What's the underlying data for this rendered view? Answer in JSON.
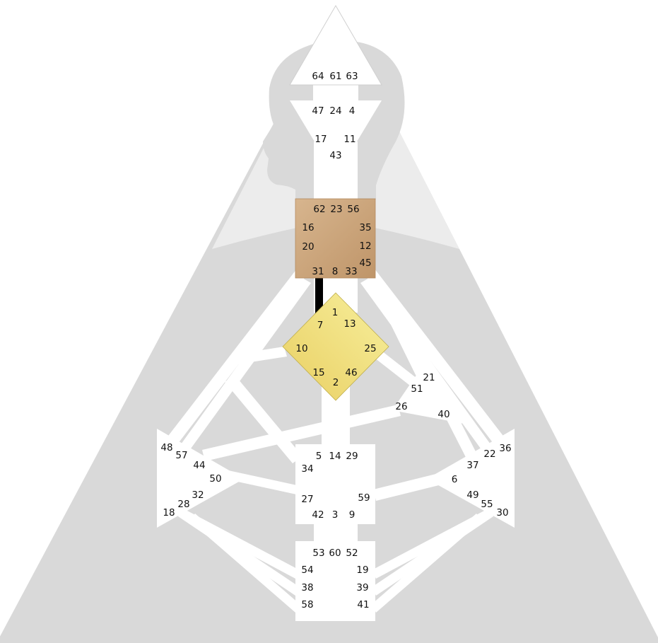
{
  "colors": {
    "background": "#ffffff",
    "silhouette": "#d9d9d9",
    "silhouette_light": "#ececec",
    "center_white": "#ffffff",
    "throat_light": "#d7b58e",
    "throat_dark": "#bf9569",
    "g_light": "#f7ef9c",
    "g_dark": "#e9cf63",
    "defined_channel": "#000000",
    "label": "#111111"
  },
  "defined": {
    "centers": [
      "throat",
      "g"
    ],
    "channel": "7-31",
    "channel_gates": [
      "31",
      "7"
    ]
  },
  "centers": {
    "head": {
      "gates": [
        "64",
        "61",
        "63"
      ]
    },
    "ajna": {
      "gates": [
        "47",
        "24",
        "4",
        "17",
        "11",
        "43"
      ]
    },
    "throat": {
      "gates": [
        "62",
        "23",
        "56",
        "16",
        "35",
        "20",
        "12",
        "45",
        "31",
        "8",
        "33"
      ]
    },
    "g": {
      "gates": [
        "1",
        "7",
        "13",
        "10",
        "25",
        "15",
        "46",
        "2"
      ]
    },
    "heart": {
      "gates": [
        "21",
        "51",
        "26",
        "40"
      ]
    },
    "sacral": {
      "gates": [
        "5",
        "14",
        "29",
        "34",
        "27",
        "59",
        "42",
        "3",
        "9"
      ]
    },
    "spleen": {
      "gates": [
        "48",
        "57",
        "44",
        "50",
        "32",
        "28",
        "18"
      ]
    },
    "solar_plexus": {
      "gates": [
        "36",
        "22",
        "37",
        "6",
        "49",
        "55",
        "30"
      ]
    },
    "root": {
      "gates": [
        "53",
        "60",
        "52",
        "54",
        "19",
        "38",
        "39",
        "58",
        "41"
      ]
    }
  }
}
